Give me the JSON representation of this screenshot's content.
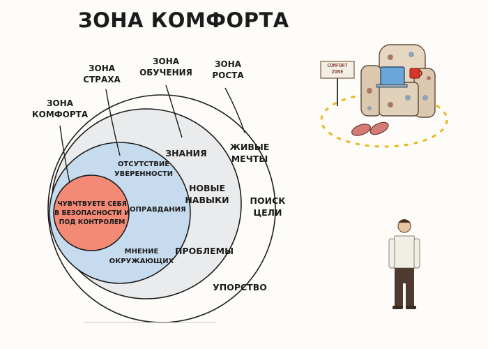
{
  "title": "ЗОНА КОМФОРТА",
  "zones": {
    "comfort": {
      "heading_line1": "ЗОНА",
      "heading_line2": "КОМФОРТА",
      "color": "#f28a76"
    },
    "fear": {
      "heading_line1": "ЗОНА",
      "heading_line2": "СТРАХА",
      "color": "#c7dbee"
    },
    "learning": {
      "heading_line1": "ЗОНА",
      "heading_line2": "ОБУЧЕНИЯ",
      "color": "#e9ebec"
    },
    "growth": {
      "heading_line1": "ЗОНА",
      "heading_line2": "РОСТА",
      "color": "#fdfcf9"
    }
  },
  "comfort_items": {
    "line1": "ЧУВЧТВУЕТЕ СЕБЯ",
    "line2": "В БЕЗОПАСНОСТИ И",
    "line3": "ПОД КОНТРОЛЕМ"
  },
  "fear_items": {
    "lack_confidence_1": "ОТСУТСТВИЕ",
    "lack_confidence_2": "УВЕРЕННОСТИ",
    "excuses": "ОПРАВДАНИЯ",
    "opinion_1": "МНЕНИЕ",
    "opinion_2": "ОКРУЖАЮЩИХ"
  },
  "learning_items": {
    "knowledge": "ЗНАНИЯ",
    "new_skills_1": "НОВЫЕ",
    "new_skills_2": "НАВЫКИ",
    "problems": "ПРОБЛЕМЫ"
  },
  "growth_items": {
    "dreams_1": "ЖИВЫЕ",
    "dreams_2": "МЕЧТЫ",
    "purpose_1": "ПОИСК",
    "purpose_2": "ЦЕЛИ",
    "persistence": "УПОРСТВО"
  },
  "sign": {
    "line1": "COMFORT",
    "line2": "ZONE"
  },
  "illustration_icons": [
    "armchair-icon",
    "laptop-icon",
    "mug-icon",
    "slippers-icon",
    "person-icon"
  ]
}
